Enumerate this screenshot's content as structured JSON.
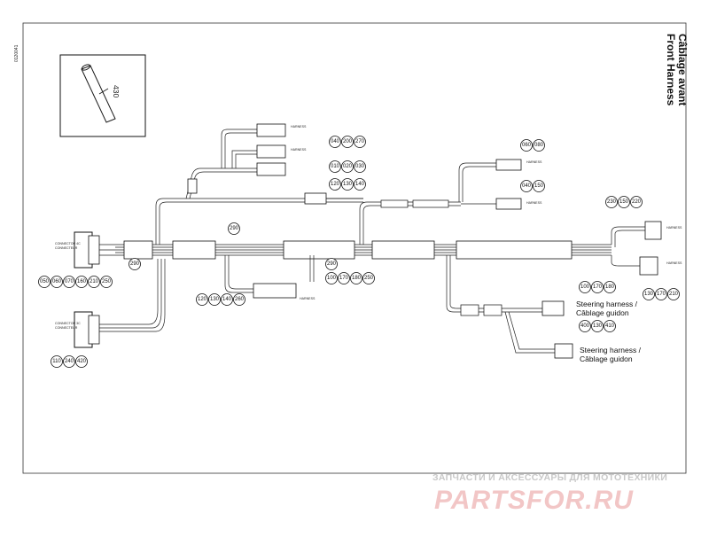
{
  "drawing_id": "0120041",
  "title": {
    "line1": "Front Harness",
    "line2": "Câblage avant"
  },
  "inset_callout": "430",
  "callouts": {
    "c290a": "290",
    "c290b": "290",
    "c290c": "290",
    "row_top": [
      "040",
      "200",
      "270"
    ],
    "row_2": [
      "010",
      "020",
      "030"
    ],
    "row_3": [
      "120",
      "130",
      "140"
    ],
    "row_left": [
      "050",
      "060",
      "070",
      "160",
      "210",
      "250"
    ],
    "row_left2": [
      "110",
      "240",
      "420"
    ],
    "row_mid": [
      "100",
      "170",
      "180",
      "250"
    ],
    "row_mid_left": [
      "120",
      "130",
      "140",
      "260"
    ],
    "row_right_top": [
      "060",
      "080"
    ],
    "row_right_2": [
      "040",
      "150"
    ],
    "row_right_conn": [
      "230",
      "150",
      "220"
    ],
    "row_right_conn2": [
      "130",
      "170",
      "210"
    ],
    "row_steer1": [
      "100",
      "170",
      "180"
    ],
    "row_steer2": [
      "400",
      "130",
      "410"
    ]
  },
  "labels": {
    "steering1": [
      "Steering harness /",
      "Câblage guidon"
    ],
    "steering2": [
      "Steering harness /",
      "Câblage guidon"
    ]
  },
  "watermark": {
    "line1": "ЗАПЧАСТИ И АКСЕССУАРЫ ДЛЯ МОТОТЕХНИКИ",
    "line2": "PARTSFOR.RU"
  }
}
